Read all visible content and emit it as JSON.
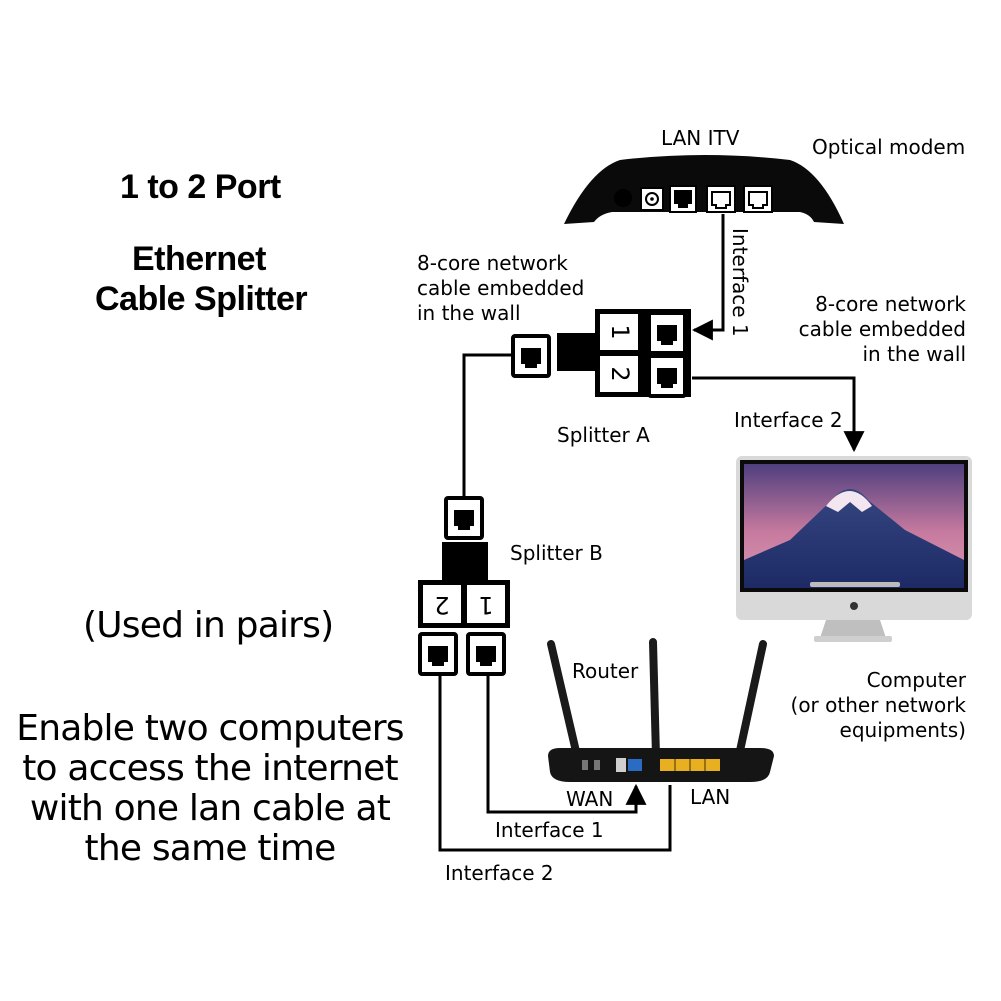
{
  "left": {
    "title_line1": "1 to 2 Port",
    "title_line2": "Ethernet",
    "title_line3": "Cable Splitter",
    "used_in_pairs": "(Used in pairs)",
    "desc_line1": "Enable two computers",
    "desc_line2": "to access the internet",
    "desc_line3": "with one lan cable at",
    "desc_line4": "the same time"
  },
  "modem": {
    "label_top": "LAN ITV",
    "label": "Optical modem"
  },
  "wall_cable_left": {
    "line1": "8-core network",
    "line2": "cable embedded",
    "line3": "in the wall"
  },
  "wall_cable_right": {
    "line1": "8-core network",
    "line2": "cable embedded",
    "line3": "in the wall"
  },
  "interface_1_vertical": "Interface 1",
  "splitter_a": {
    "label": "Splitter A",
    "port1": "1",
    "port2": "2"
  },
  "interface_2_top": "Interface 2",
  "splitter_b": {
    "label": "Splitter B",
    "port1": "1",
    "port2": "2"
  },
  "router": {
    "label": "Router",
    "wan": "WAN",
    "lan": "LAN"
  },
  "computer": {
    "line1": "Computer",
    "line2": "(or other network",
    "line3": "equipments)"
  },
  "interface_1_bottom": "Interface 1",
  "interface_2_bottom": "Interface 2",
  "colors": {
    "ink": "#000000",
    "sky_top": "#5a4c8c",
    "sky_mid": "#c9799e",
    "mountain": "#2e3f84",
    "router_port_wan": "#2a6cc4",
    "router_port_lan": "#e8b020",
    "monitor_frame": "#d9d9d9"
  }
}
